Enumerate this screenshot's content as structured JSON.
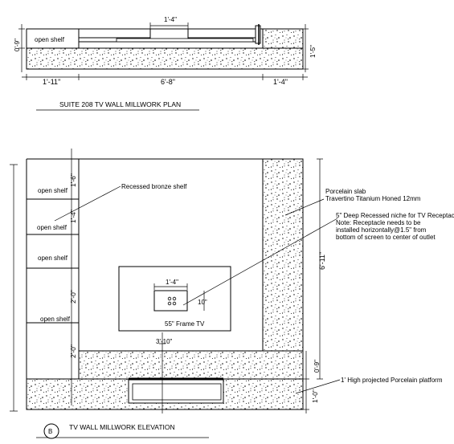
{
  "plan": {
    "title": "SUITE 208 TV WALL MILLWORK PLAN",
    "open_shelf": "open shelf",
    "dims": {
      "top": "1'-4\"",
      "left_height": "0'-9\"",
      "right_height": "1'-5\"",
      "bottom_left": "1'-11\"",
      "bottom_mid": "6'-8\"",
      "bottom_right": "1'-4\""
    }
  },
  "elevation": {
    "title": "TV WALL MILLWORK ELEVATION",
    "callout": "B",
    "shelves": [
      "open shelf",
      "open shelf",
      "open shelf",
      "open shelf"
    ],
    "shelf_dims": [
      "1'-6\"",
      "1'-4\"",
      "2'-0\"",
      "2'-0\""
    ],
    "notes": {
      "recessed": "Recessed bronze shelf",
      "porcelain_1": "Porcelain slab",
      "porcelain_2": "Travertino Titanium Honed 12mm",
      "niche_1": "5\" Deep Recessed niche for TV Receptac",
      "niche_2": "Note: Receptacle needs to be",
      "niche_3": "installed horizontally@1.5\" from",
      "niche_4": "bottom of screen to center of outlet",
      "platform": "1' High projected Porcelain platform"
    },
    "dims": {
      "niche_width": "1'-4\"",
      "niche_height": "10\"",
      "tv_offset": "3'-10\"",
      "total_height": "6'-11\"",
      "platform_height": "1'-0\"",
      "upper_right": "0'-9\""
    },
    "tv_label": "55\" Frame TV"
  }
}
